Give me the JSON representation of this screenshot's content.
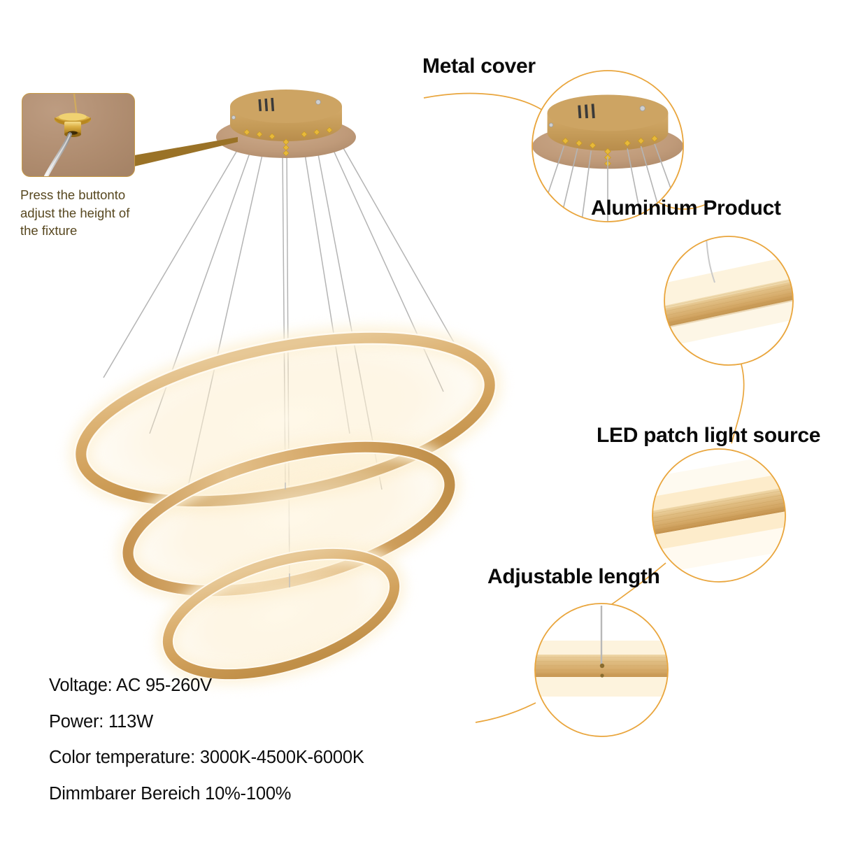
{
  "page": {
    "type": "product-infographic",
    "background_color": "#ffffff",
    "product": "LED ring chandelier (3 gold rings)"
  },
  "colors": {
    "gold_band": "#d8ab68",
    "gold_band_dark": "#c0914d",
    "gold_band_light": "#ecd0a0",
    "glow_warm": "#fdf3dd",
    "glow_warm_strong": "#fbe9c4",
    "callout_line": "#e9a53c",
    "canopy_top": "#caa05e",
    "canopy_face": "#c09b79",
    "cable": "#b9b9b9",
    "arrow_wedge": "#9a7227",
    "inset_bg": "#ae8b6e",
    "inset_border": "#c79a46",
    "caption_text": "#57471f",
    "label_text": "#0a0a0a",
    "spec_text": "#0d0d0d"
  },
  "inset": {
    "name": "height-adjust-button-photo",
    "caption_lines": [
      "Press the buttonto",
      "adjust the height of",
      "the fixture"
    ]
  },
  "callouts": [
    {
      "id": "metal-cover",
      "label": "Metal cover",
      "detail": "ceiling canopy with vent slits and suspension points"
    },
    {
      "id": "aluminium",
      "label": "Aluminium Product",
      "detail": "brushed aluminium gold ring band"
    },
    {
      "id": "led-light-source",
      "label": "LED patch light source",
      "detail": "glowing warm-white LED diffuser edge"
    },
    {
      "id": "adjustable-length",
      "label": "Adjustable length",
      "detail": "steel cable attachment point on ring"
    }
  ],
  "specs": [
    "Voltage: AC 95-260V",
    "Power: 113W",
    "Color temperature: 3000K-4500K-6000K",
    "Dimmbarer Bereich 10%-100%"
  ],
  "specs_values": {
    "voltage": "AC 95-260V",
    "power": "113W",
    "color_temperature": "3000K-4500K-6000K",
    "dimming_range": "10%-100%"
  },
  "rings": [
    {
      "index": 1,
      "name": "top-large-ring"
    },
    {
      "index": 2,
      "name": "middle-ring"
    },
    {
      "index": 3,
      "name": "bottom-small-ring"
    }
  ]
}
